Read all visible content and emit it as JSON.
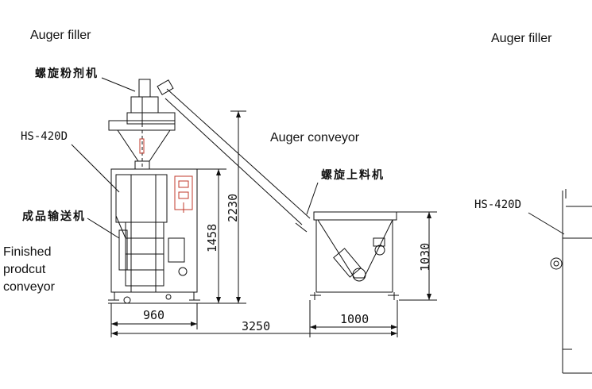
{
  "labels": {
    "auger_filler_left": "Auger filler",
    "auger_filler_right": "Auger filler",
    "auger_filler_cn": "螺旋粉剂机",
    "model_left": "HS-420D",
    "model_right": "HS-420D",
    "auger_conveyor": "Auger conveyor",
    "auger_conveyor_cn": "螺旋上料机",
    "finished_conveyor_cn": "成品输送机",
    "finished_conveyor_en_1": "Finished",
    "finished_conveyor_en_2": "prodcut",
    "finished_conveyor_en_3": "conveyor"
  },
  "dimensions": {
    "total_height": "2230",
    "machine_height": "1458",
    "conveyor_height": "1030",
    "machine_width": "960",
    "conveyor_width": "1000",
    "total_length": "3250"
  }
}
